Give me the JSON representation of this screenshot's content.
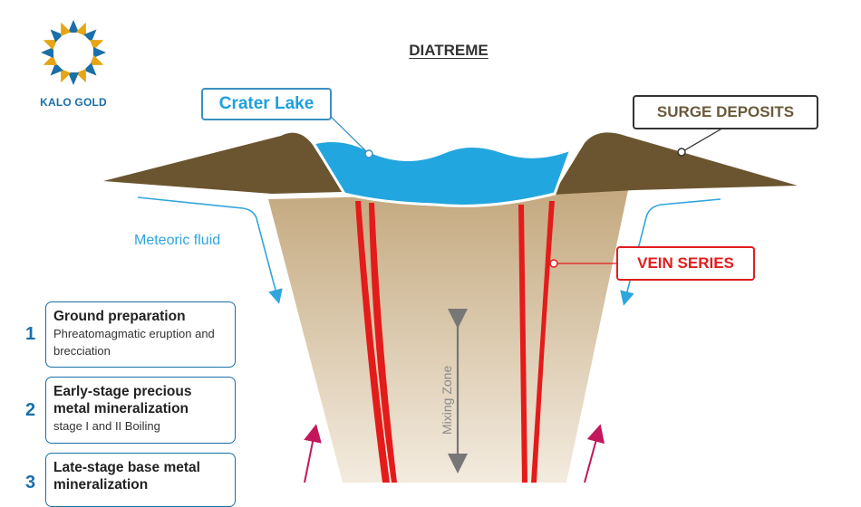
{
  "brand": {
    "name": "KALO GOLD",
    "colors": {
      "blue": "#1a6fa8",
      "gold": "#e6a515"
    }
  },
  "title": "DIATREME",
  "callouts": {
    "crater_lake": "Crater Lake",
    "surge_deposits": "SURGE DEPOSITS",
    "vein_series": "VEIN SERIES"
  },
  "labels": {
    "meteoric_fluid": "Meteoric fluid",
    "mixing_zone": "Mixing Zone"
  },
  "stages": [
    {
      "number": "1",
      "title": "Ground preparation",
      "description": "Phreatomagmatic eruption and brecciation"
    },
    {
      "number": "2",
      "title": "Early-stage precious metal mineralization",
      "description": "stage I and II Boiling"
    },
    {
      "number": "3",
      "title": "Late-stage base metal mineralization",
      "description": ""
    }
  ],
  "colors": {
    "crater_lake": "#22a6df",
    "surge_deposits": "#6b5530",
    "diatreme_top": "#c4a97f",
    "diatreme_bottom": "#f3ebdf",
    "vein": "#e41b1b",
    "meteoric_arrow": "#2fa6dd",
    "upflow_arrow": "#c2185b",
    "mixing_arrow": "#777777"
  },
  "icons": {
    "logo": "sunburst-logo-icon"
  }
}
